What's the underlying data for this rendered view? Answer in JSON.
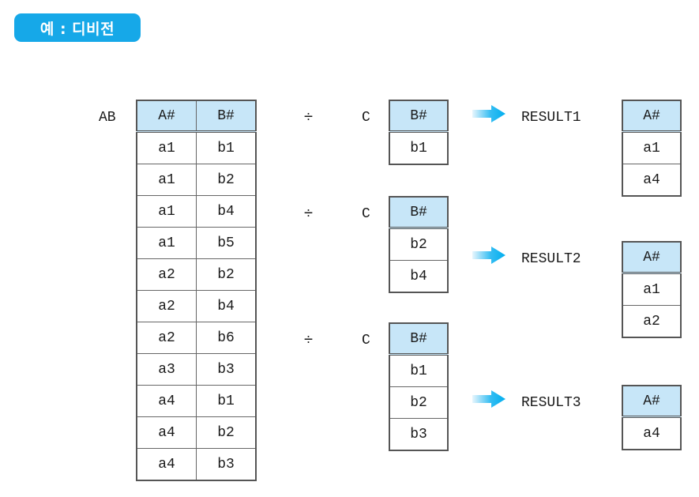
{
  "badge": {
    "label": "예 : 디비전",
    "bg_color": "#16A8E8",
    "text_color": "#FFFFFF"
  },
  "colors": {
    "header_fill": "#C7E6F8",
    "border": "#555555",
    "arrow_start": "#CDEBFB",
    "arrow_end": "#00AEEF"
  },
  "operator": {
    "division_sign": "÷",
    "arrow_icon": "right-arrow"
  },
  "relations": {
    "dividend": {
      "name": "AB",
      "columns": [
        "A#",
        "B#"
      ],
      "rows": [
        [
          "a1",
          "b1"
        ],
        [
          "a1",
          "b2"
        ],
        [
          "a1",
          "b4"
        ],
        [
          "a1",
          "b5"
        ],
        [
          "a2",
          "b2"
        ],
        [
          "a2",
          "b4"
        ],
        [
          "a2",
          "b6"
        ],
        [
          "a3",
          "b3"
        ],
        [
          "a4",
          "b1"
        ],
        [
          "a4",
          "b2"
        ],
        [
          "a4",
          "b3"
        ]
      ]
    },
    "divisors": [
      {
        "name": "C",
        "columns": [
          "B#"
        ],
        "rows": [
          [
            "b1"
          ]
        ]
      },
      {
        "name": "C",
        "columns": [
          "B#"
        ],
        "rows": [
          [
            "b2"
          ],
          [
            "b4"
          ]
        ]
      },
      {
        "name": "C",
        "columns": [
          "B#"
        ],
        "rows": [
          [
            "b1"
          ],
          [
            "b2"
          ],
          [
            "b3"
          ]
        ]
      }
    ],
    "results": [
      {
        "name": "RESULT1",
        "columns": [
          "A#"
        ],
        "rows": [
          [
            "a1"
          ],
          [
            "a4"
          ]
        ]
      },
      {
        "name": "RESULT2",
        "columns": [
          "A#"
        ],
        "rows": [
          [
            "a1"
          ],
          [
            "a2"
          ]
        ]
      },
      {
        "name": "RESULT3",
        "columns": [
          "A#"
        ],
        "rows": [
          [
            "a4"
          ]
        ]
      }
    ]
  }
}
